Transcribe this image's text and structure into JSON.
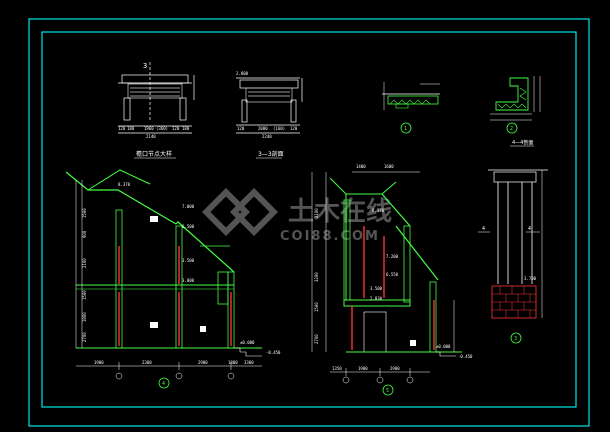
{
  "watermark": {
    "cn": "土木在线",
    "en": "COI88.COM"
  },
  "details": {
    "top_left": {
      "title": "檐口节点大样",
      "section_mark": "3",
      "dims_bottom": [
        "120",
        "180",
        "1960",
        "(360)",
        "120",
        "180"
      ],
      "dims_total": "2140"
    },
    "top_mid": {
      "title": "3—3剖面",
      "label_top": "2.800",
      "dims_bottom": [
        "120",
        "2080",
        "(160)",
        "120"
      ],
      "dims_total": "2240"
    },
    "small_a": {
      "number": "1"
    },
    "small_b": {
      "title": "4—4剖面",
      "number": "2"
    },
    "column": {
      "section_mark": "4",
      "label": "3.700",
      "number": "3"
    }
  },
  "section_left": {
    "elevations": [
      "8.370",
      "7.000",
      "6.500",
      "3.500",
      "3.000",
      "±0.000",
      "-0.450"
    ],
    "heights": [
      "1500",
      "900",
      "2100",
      "1500",
      "1800",
      "2700"
    ],
    "dims_bottom": [
      "1900",
      "2300",
      "2900",
      "1800",
      "3300"
    ],
    "number": "4"
  },
  "section_right": {
    "elevations": [
      "8.370",
      "7.200",
      "6.550",
      "3.500",
      "2.830",
      "±0.000",
      "-0.450"
    ],
    "top_dims": [
      "1400",
      "1600"
    ],
    "heights": [
      "2100",
      "3200",
      "1500",
      "2700"
    ],
    "dims_bottom": [
      "1350",
      "1900",
      "2900"
    ],
    "number": "5"
  }
}
